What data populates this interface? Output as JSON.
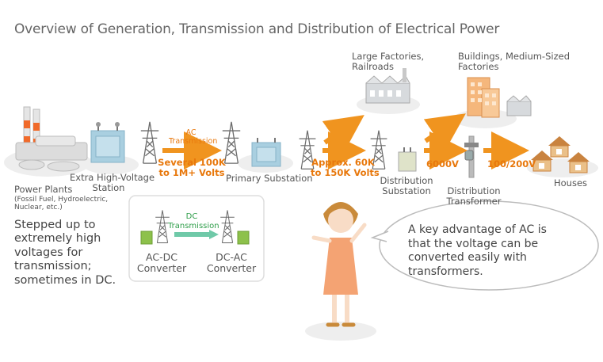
{
  "title": "Overview of Generation, Transmission and Distribution of Electrical Power",
  "labels": {
    "large_factories_1": "Large Factories,",
    "large_factories_2": "Railroads",
    "buildings_1": "Buildings, Medium-Sized",
    "buildings_2": "Factories",
    "ac_1": "AC",
    "ac_2": "Transmission",
    "volts_1": "Several 100K",
    "volts_2": "to 1M+ Volts",
    "approx_1": "Approx. 60K",
    "approx_2": "to 150K Volts",
    "v6000": "6000V",
    "v100": "100/200V",
    "power_plants": "Power Plants",
    "power_plants_sub_1": "(Fossil Fuel, Hydroelectric,",
    "power_plants_sub_2": "Nuclear, etc.)",
    "extra_hv_1": "Extra High-Voltage",
    "extra_hv_2": "Station",
    "primary": "Primary Substation",
    "dist_sub_1": "Distribution",
    "dist_sub_2": "Substation",
    "dist_tr_1": "Distribution",
    "dist_tr_2": "Transformer",
    "houses": "Houses",
    "dc_1": "DC",
    "dc_2": "Transmission",
    "acdc_1": "AC-DC",
    "acdc_2": "Converter",
    "dcac_1": "DC-AC",
    "dcac_2": "Converter",
    "stepped_1": "Stepped up to",
    "stepped_2": "extremely high",
    "stepped_3": "voltages for",
    "stepped_4": "transmission;",
    "stepped_5": "sometimes in DC.",
    "bubble": "A key advantage of AC is that the voltage can be converted  easily with transformers."
  },
  "colors": {
    "arrow_orange": "#f0941f",
    "arrow_green": "#6fc9a8",
    "building_gray": "#c9cdd2",
    "substation_blue": "#a9cfe0",
    "house_tan": "#e6ae6d",
    "woman_dress": "#f4a373"
  }
}
